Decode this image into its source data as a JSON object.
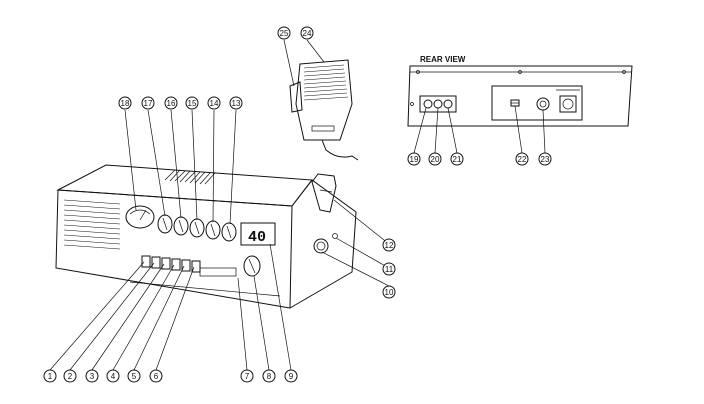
{
  "rear_view": {
    "title": "REAR VIEW"
  },
  "front_panel": {
    "channel_display": "40"
  },
  "callouts": [
    {
      "id": "1",
      "label": "1"
    },
    {
      "id": "2",
      "label": "2"
    },
    {
      "id": "3",
      "label": "3"
    },
    {
      "id": "4",
      "label": "4"
    },
    {
      "id": "5",
      "label": "5"
    },
    {
      "id": "6",
      "label": "6"
    },
    {
      "id": "7",
      "label": "7"
    },
    {
      "id": "8",
      "label": "8"
    },
    {
      "id": "9",
      "label": "9"
    },
    {
      "id": "10",
      "label": "10"
    },
    {
      "id": "11",
      "label": "11"
    },
    {
      "id": "12",
      "label": "12"
    },
    {
      "id": "13",
      "label": "13"
    },
    {
      "id": "14",
      "label": "14"
    },
    {
      "id": "15",
      "label": "15"
    },
    {
      "id": "16",
      "label": "16"
    },
    {
      "id": "17",
      "label": "17"
    },
    {
      "id": "18",
      "label": "18"
    },
    {
      "id": "19",
      "label": "19"
    },
    {
      "id": "20",
      "label": "20"
    },
    {
      "id": "21",
      "label": "21"
    },
    {
      "id": "22",
      "label": "22"
    },
    {
      "id": "23",
      "label": "23"
    },
    {
      "id": "24",
      "label": "24"
    },
    {
      "id": "25",
      "label": "25"
    }
  ]
}
